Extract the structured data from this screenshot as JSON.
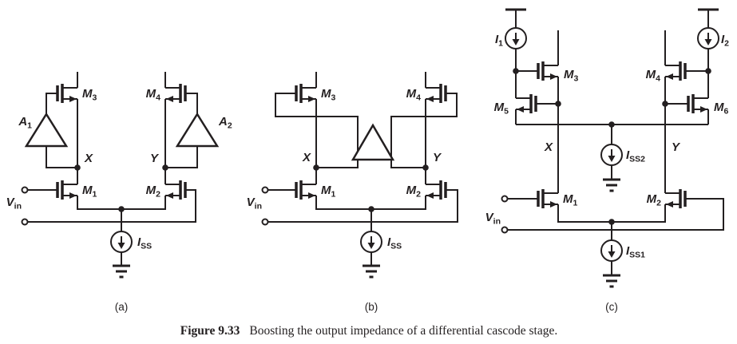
{
  "figure": {
    "caption_label": "Figure 9.33",
    "caption_text": "Boosting the output impedance of a differential cascode stage."
  },
  "colors": {
    "ink": "#231f20",
    "background": "#ffffff"
  },
  "circuits": {
    "a": {
      "tag": "(a)",
      "labels": {
        "m1": {
          "main": "M",
          "sub": "1"
        },
        "m2": {
          "main": "M",
          "sub": "2"
        },
        "m3": {
          "main": "M",
          "sub": "3"
        },
        "m4": {
          "main": "M",
          "sub": "4"
        },
        "a1": {
          "main": "A",
          "sub": "1"
        },
        "a2": {
          "main": "A",
          "sub": "2"
        },
        "x": "X",
        "y": "Y",
        "vin": {
          "main": "V",
          "sub": "in"
        },
        "iss": {
          "main": "I",
          "sub": "SS"
        }
      }
    },
    "b": {
      "tag": "(b)",
      "labels": {
        "m1": {
          "main": "M",
          "sub": "1"
        },
        "m2": {
          "main": "M",
          "sub": "2"
        },
        "m3": {
          "main": "M",
          "sub": "3"
        },
        "m4": {
          "main": "M",
          "sub": "4"
        },
        "x": "X",
        "y": "Y",
        "vin": {
          "main": "V",
          "sub": "in"
        },
        "iss": {
          "main": "I",
          "sub": "SS"
        }
      }
    },
    "c": {
      "tag": "(c)",
      "labels": {
        "m1": {
          "main": "M",
          "sub": "1"
        },
        "m2": {
          "main": "M",
          "sub": "2"
        },
        "m3": {
          "main": "M",
          "sub": "3"
        },
        "m4": {
          "main": "M",
          "sub": "4"
        },
        "m5": {
          "main": "M",
          "sub": "5"
        },
        "m6": {
          "main": "M",
          "sub": "6"
        },
        "i1": {
          "main": "I",
          "sub": "1"
        },
        "i2": {
          "main": "I",
          "sub": "2"
        },
        "x": "X",
        "y": "Y",
        "vin": {
          "main": "V",
          "sub": "in"
        },
        "iss1": {
          "main": "I",
          "sub": "SS1"
        },
        "iss2": {
          "main": "I",
          "sub": "SS2"
        }
      }
    }
  }
}
